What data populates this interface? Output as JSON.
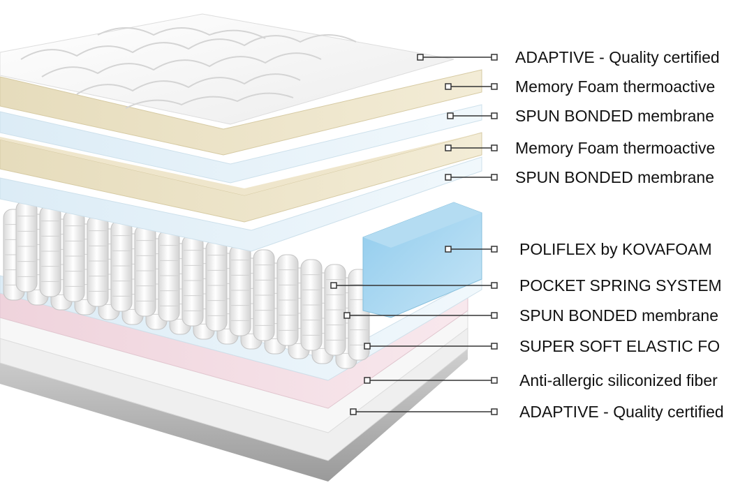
{
  "colors": {
    "cover": "#f4f4f4",
    "memory_foam": "#e9dfc2",
    "membrane": "#e3f0f8",
    "poliflex": "#a9d6ef",
    "springs": "#e8e8e8",
    "elastic_foam": "#f3dde4",
    "fiber": "#f6f6f6",
    "base": "#b9b9b9",
    "leader": "#333333"
  },
  "layers": [
    {
      "id": "layer-01",
      "label": "ADAPTIVE - Quality certified"
    },
    {
      "id": "layer-02",
      "label": "Memory Foam thermoactive"
    },
    {
      "id": "layer-03",
      "label": "SPUN BONDED membrane"
    },
    {
      "id": "layer-04",
      "label": "Memory Foam thermoactive"
    },
    {
      "id": "layer-05",
      "label": "SPUN BONDED membrane"
    },
    {
      "id": "layer-06",
      "label": "POLIFLEX by KOVAFOAM"
    },
    {
      "id": "layer-07",
      "label": "POCKET SPRING SYSTEM"
    },
    {
      "id": "layer-08",
      "label": "SPUN BONDED membrane"
    },
    {
      "id": "layer-09",
      "label": "SUPER SOFT ELASTIC FO"
    },
    {
      "id": "layer-10",
      "label": "Anti-allergic siliconized fiber"
    },
    {
      "id": "layer-11",
      "label": "ADAPTIVE - Quality certified"
    }
  ]
}
